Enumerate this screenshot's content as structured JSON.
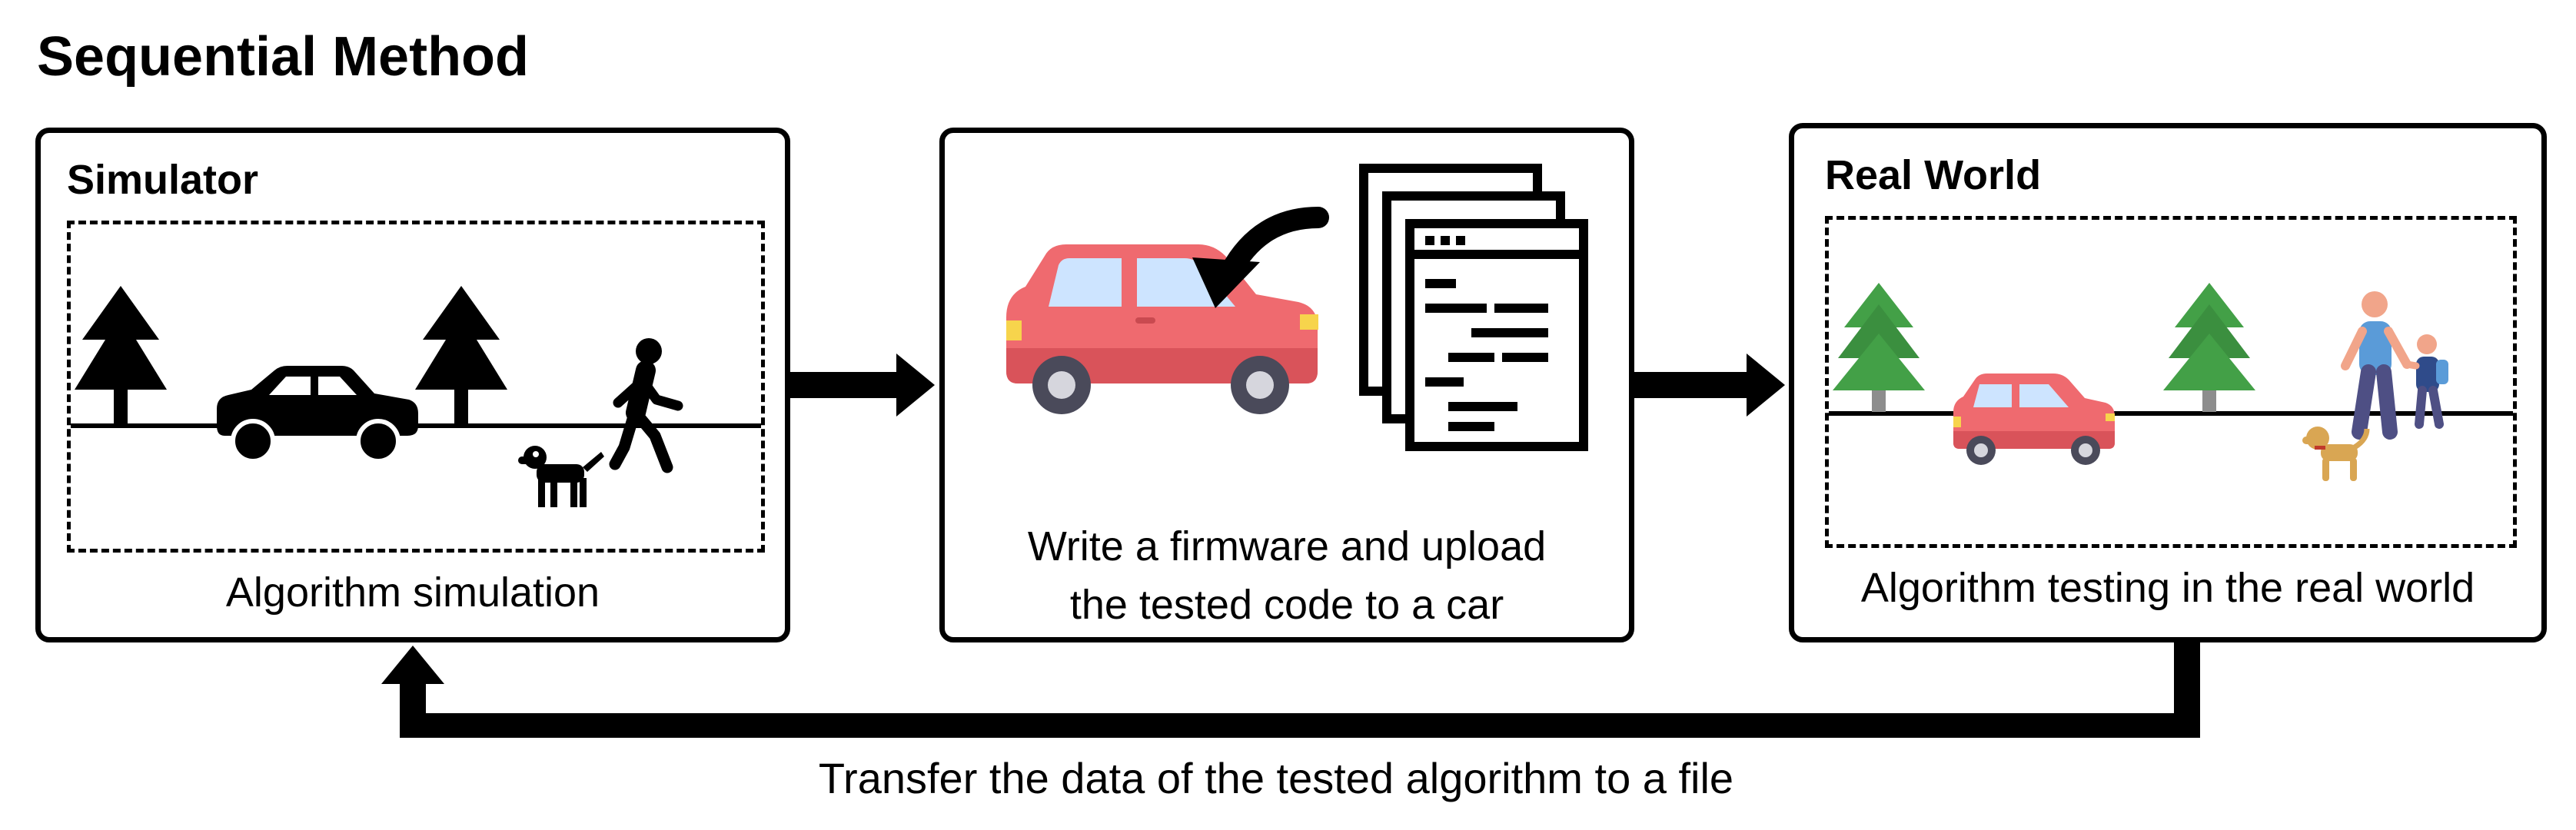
{
  "title": "Sequential Method",
  "panels": {
    "simulator": {
      "label": "Simulator",
      "caption": "Algorithm simulation"
    },
    "firmware": {
      "caption_line1": "Write a firmware and upload",
      "caption_line2": "the tested code to a car"
    },
    "real_world": {
      "label": "Real World",
      "caption": "Algorithm testing in the real world"
    }
  },
  "feedback_caption": "Transfer the data of the tested algorithm to a file",
  "icons": {
    "simulator": [
      "tree-icon",
      "car-icon",
      "tree-icon",
      "pedestrian-icon",
      "dog-icon"
    ],
    "firmware": [
      "car-icon",
      "curved-arrow-icon",
      "code-window-stack-icon"
    ],
    "real_world": [
      "tree-icon",
      "car-icon",
      "tree-icon",
      "adult-and-child-icon",
      "dog-icon"
    ]
  },
  "colors": {
    "car_red": "#ef6a6f",
    "tree_green": "#43a047",
    "window_blue": "#cde4ff"
  }
}
